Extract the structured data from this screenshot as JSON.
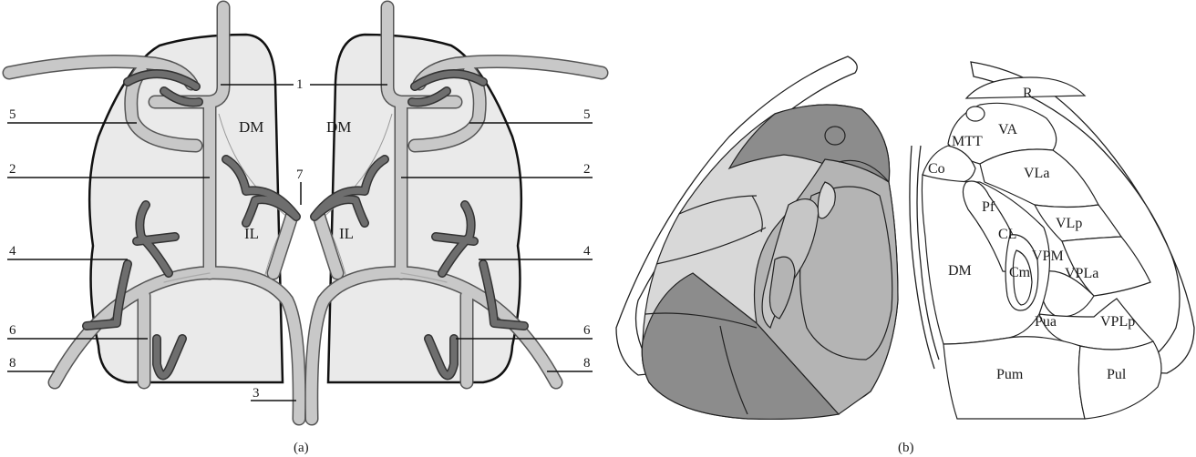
{
  "panel_a": {
    "caption": "(a)",
    "regions": {
      "dm_left": "DM",
      "dm_right": "DM",
      "il_left": "IL",
      "il_right": "IL"
    },
    "numbers": {
      "n1": "1",
      "n2_left": "2",
      "n2_right": "2",
      "n3": "3",
      "n4_left": "4",
      "n4_right": "4",
      "n5_left": "5",
      "n5_right": "5",
      "n6_left": "6",
      "n6_right": "6",
      "n7": "7",
      "n8_left": "8",
      "n8_right": "8"
    }
  },
  "panel_b": {
    "caption": "(b)",
    "nuclei": {
      "r": "R",
      "mtt": "MTT",
      "va": "VA",
      "co": "Co",
      "vla": "VLa",
      "pf": "Pf",
      "vlp": "VLp",
      "cl": "CL",
      "vpm": "VPM",
      "dm": "DM",
      "cm": "Cm",
      "vpla": "VPLa",
      "pua": "Pua",
      "vplp": "VPLp",
      "pum": "Pum",
      "pul": "Pul"
    }
  },
  "colors": {
    "lobe_fill": "#eaeaea",
    "vessel_light": "#c8c8c8",
    "vessel_dark": "#6e6e6e",
    "territory_dark": "#8c8c8c",
    "territory_mid": "#b4b4b4",
    "territory_light": "#d8d8d8"
  }
}
